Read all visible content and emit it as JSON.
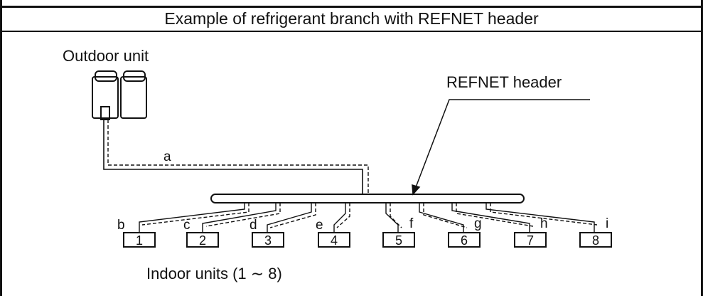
{
  "title": "Example of refrigerant branch with REFNET header",
  "labels": {
    "outdoor_unit": "Outdoor unit",
    "refnet_header": "REFNET header",
    "indoor_units": "Indoor units (1 ∼ 8)"
  },
  "pipe_letters": [
    "a",
    "b",
    "c",
    "d",
    "e",
    "f",
    "g",
    "h",
    "i"
  ],
  "indoor_unit_numbers": [
    "1",
    "2",
    "3",
    "4",
    "5",
    "6",
    "7",
    "8"
  ]
}
